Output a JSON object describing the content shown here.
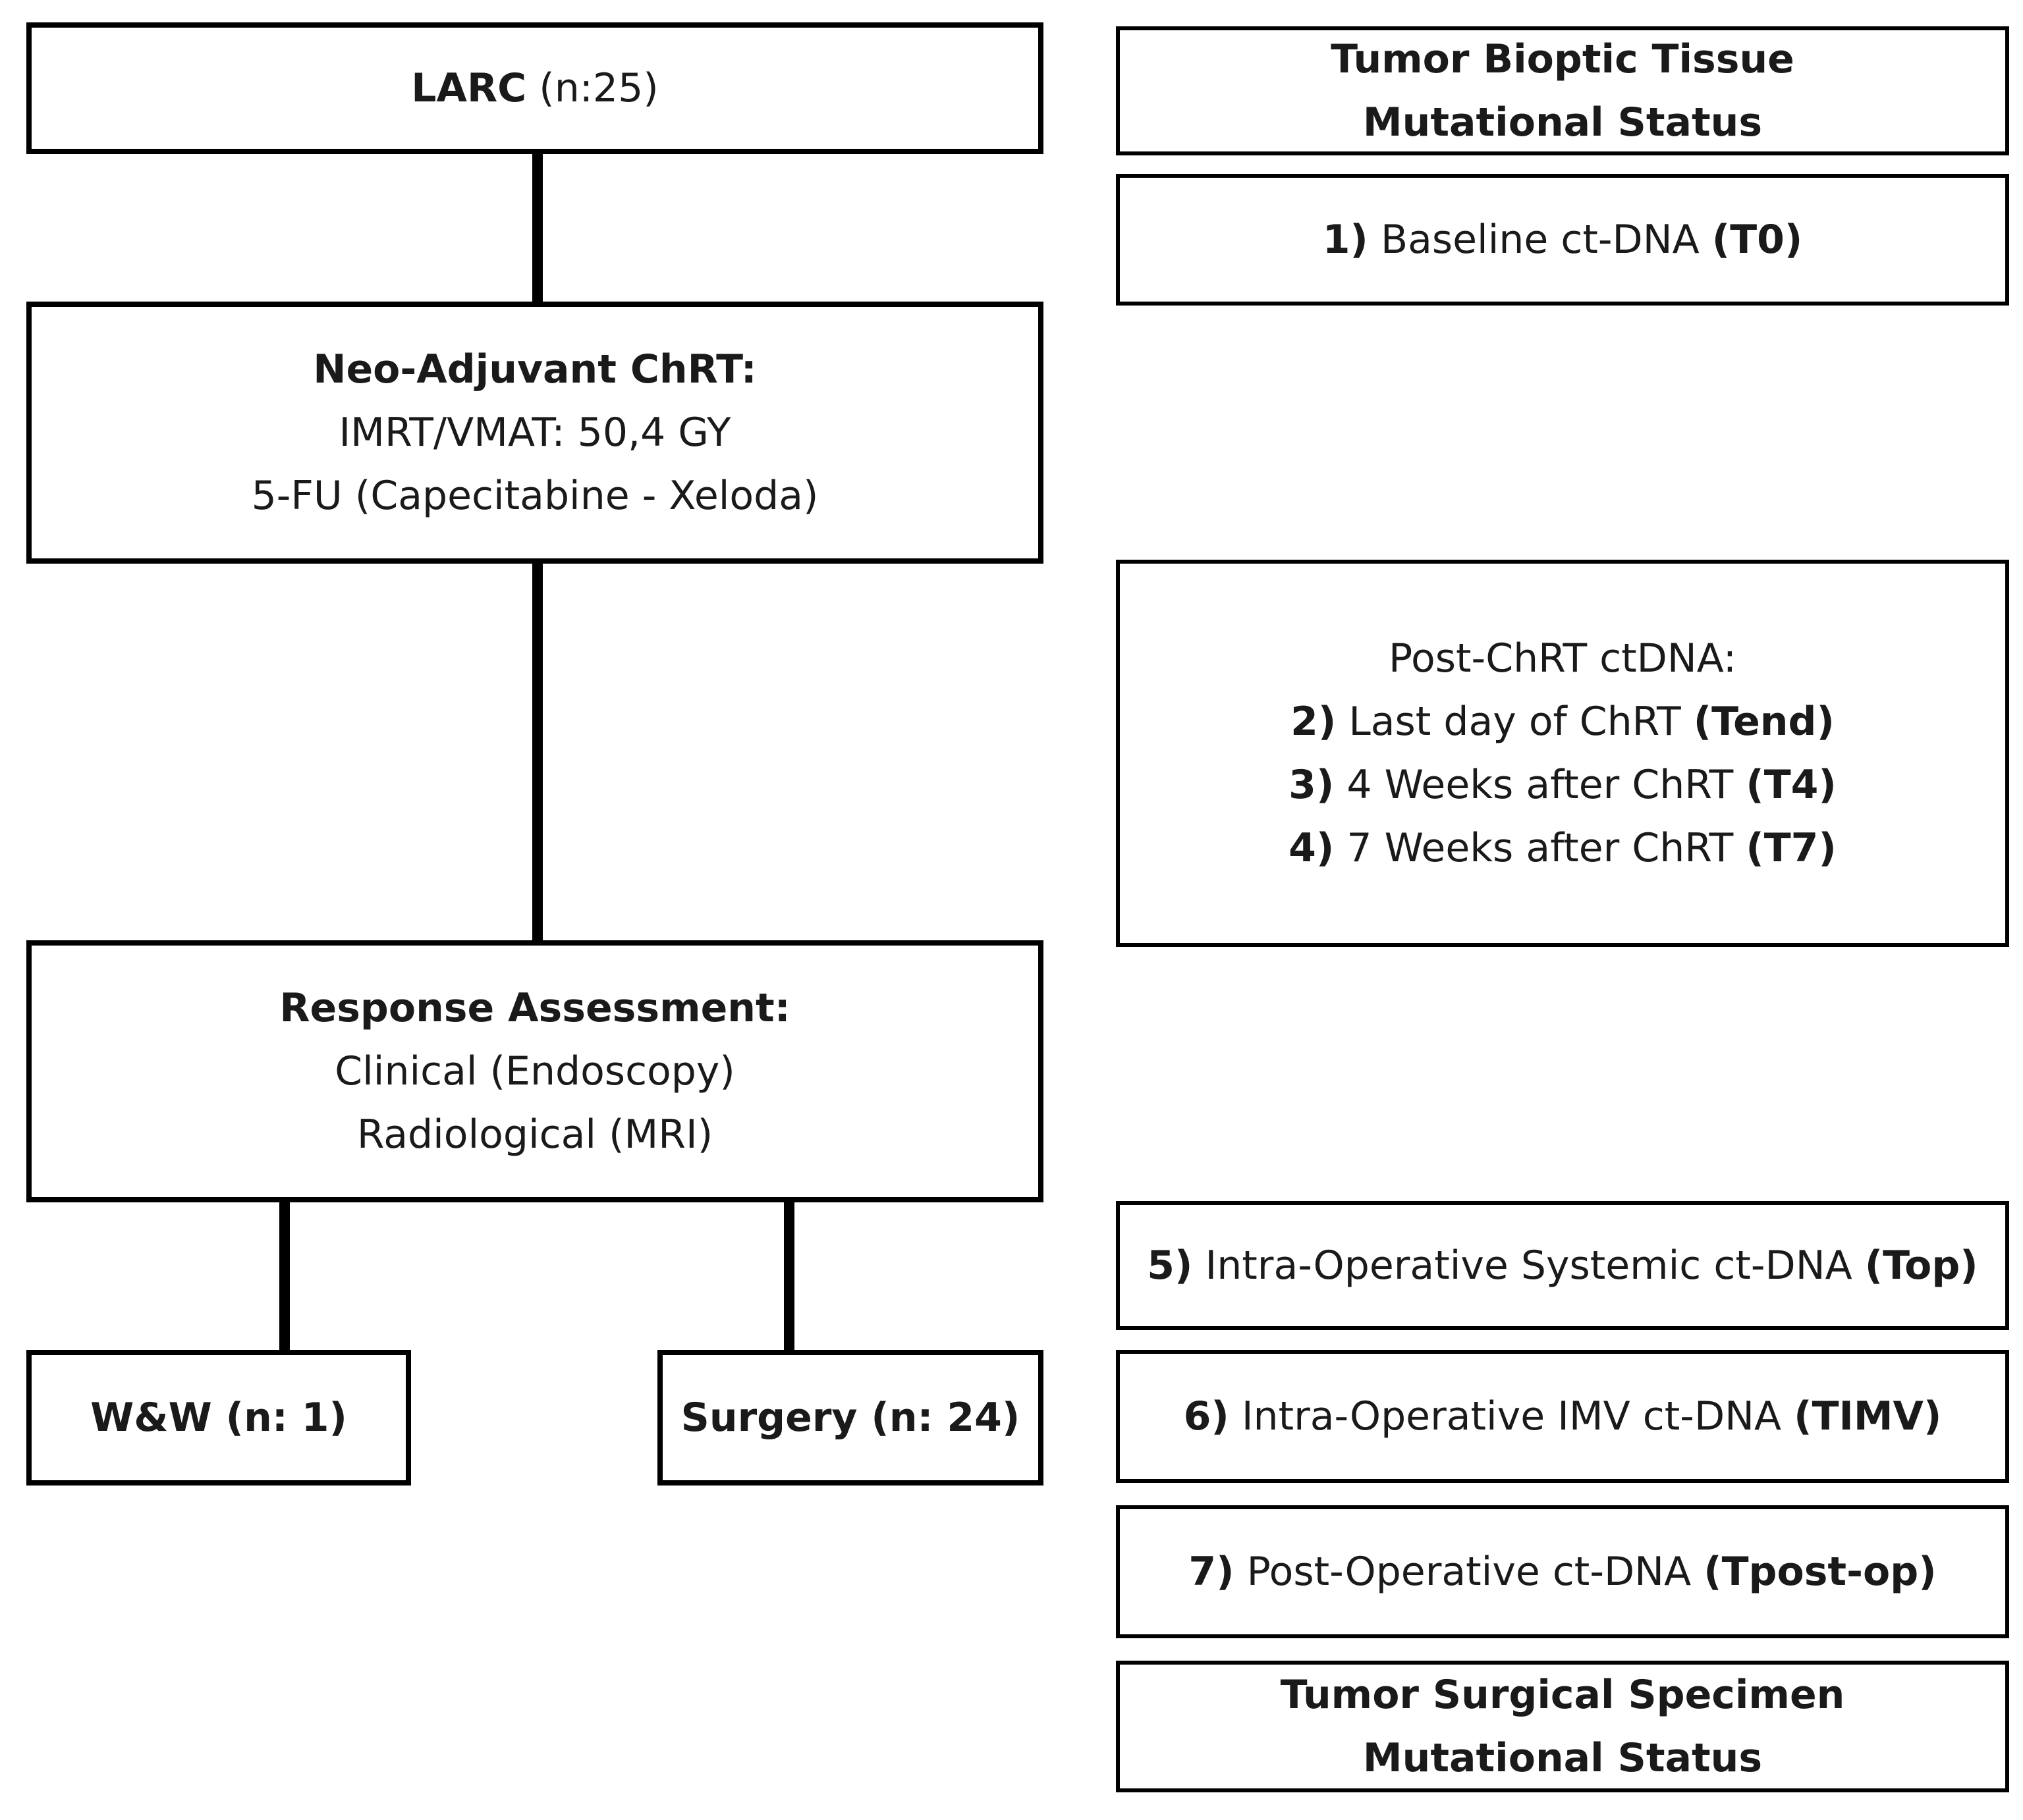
{
  "flow": {
    "larc": {
      "label": "LARC",
      "count": "(n:25)"
    },
    "neoadjuvant": {
      "title": "Neo-Adjuvant ChRT:",
      "line1": "IMRT/VMAT: 50,4 GY",
      "line2": "5-FU (Capecitabine - Xeloda)"
    },
    "response": {
      "title": "Response Assessment:",
      "line1": "Clinical (Endoscopy)",
      "line2": "Radiological (MRI)"
    },
    "ww": {
      "label": "W&W (n: 1)"
    },
    "surgery": {
      "label": "Surgery (n: 24)"
    }
  },
  "timeline": {
    "biopsy_status": {
      "line1": "Tumor Bioptic Tissue",
      "line2": "Mutational Status"
    },
    "t0": {
      "num": "1)",
      "text": "Baseline ct-DNA",
      "code": "(T0)"
    },
    "post_chrt": {
      "title": "Post-ChRT ctDNA:",
      "items": [
        {
          "num": "2)",
          "text": "Last day of ChRT",
          "code": "(Tend)"
        },
        {
          "num": "3)",
          "text": "4 Weeks after ChRT",
          "code": "(T4)"
        },
        {
          "num": "4)",
          "text": "7 Weeks after ChRT",
          "code": "(T7)"
        }
      ]
    },
    "top": {
      "num": "5)",
      "text": "Intra-Operative Systemic ct-DNA",
      "code": "(Top)"
    },
    "timv": {
      "num": "6)",
      "text": "Intra-Operative IMV ct-DNA",
      "code": "(TIMV)"
    },
    "tpostop": {
      "num": "7)",
      "text": "Post-Operative ct-DNA",
      "code": "(Tpost-op)"
    },
    "surgical_status": {
      "line1": "Tumor Surgical Specimen",
      "line2": "Mutational Status"
    }
  },
  "colors": {
    "stroke": "#000000",
    "text": "#1a1a1a",
    "background": "#ffffff"
  }
}
